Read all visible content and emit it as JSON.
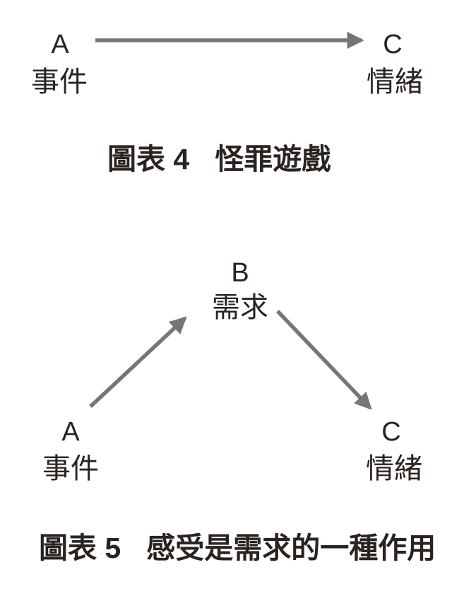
{
  "page": {
    "background": "#ffffff"
  },
  "colors": {
    "ink": "#2a231f",
    "arrow": "#767676"
  },
  "figure4": {
    "node_a_letter": "A",
    "node_a_label": "事件",
    "node_c_letter": "C",
    "node_c_label": "情緒",
    "caption_prefix": "圖表 4",
    "caption_title": "怪罪遊戲"
  },
  "figure5": {
    "node_a_letter": "A",
    "node_a_label": "事件",
    "node_b_letter": "B",
    "node_b_label": "需求",
    "node_c_letter": "C",
    "node_c_label": "情緒",
    "caption_prefix": "圖表 5",
    "caption_title": "感受是需求的一種作用"
  },
  "arrows": [
    {
      "name": "event-to-emotion",
      "from": "A 事件",
      "to": "C 情緒"
    },
    {
      "name": "event-to-need",
      "from": "A 事件",
      "to": "B 需求"
    },
    {
      "name": "need-to-emotion",
      "from": "B 需求",
      "to": "C 情緒"
    }
  ]
}
